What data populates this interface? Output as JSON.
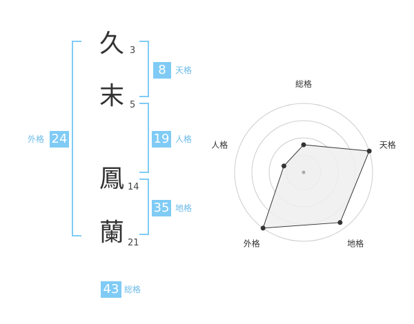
{
  "name": {
    "chars": [
      {
        "char": "久",
        "strokes": "3"
      },
      {
        "char": "末",
        "strokes": "5"
      },
      {
        "char": "鳳",
        "strokes": "14"
      },
      {
        "char": "蘭",
        "strokes": "21"
      }
    ]
  },
  "kaku": {
    "tenkaku": {
      "value": "8",
      "label": "天格"
    },
    "jinkaku": {
      "value": "19",
      "label": "人格"
    },
    "chikaku": {
      "value": "35",
      "label": "地格"
    },
    "gaikaku": {
      "value": "24",
      "label": "外格"
    },
    "soukaku": {
      "value": "43",
      "label": "総格"
    }
  },
  "colors": {
    "accent": "#7fcbf5",
    "label": "#6cbbe8",
    "line": "#333333",
    "fill": "#eeeeee",
    "ring": "#cccccc"
  },
  "chart_data": {
    "type": "radar",
    "axes": [
      "総格",
      "天格",
      "地格",
      "外格",
      "人格"
    ],
    "values": [
      0.4,
      1.0,
      0.9,
      1.0,
      0.3
    ],
    "range": [
      0,
      1
    ],
    "rings": 4
  }
}
